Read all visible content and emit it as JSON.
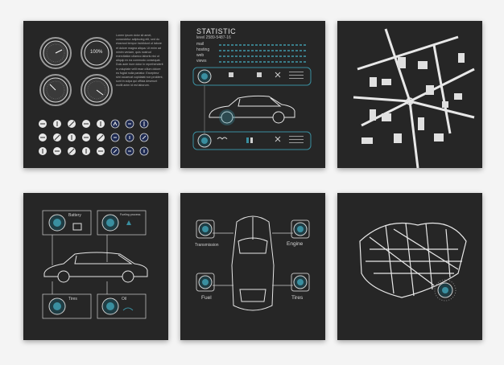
{
  "dashboard": {
    "gauge_label": "100%",
    "lorem_text": "Lorem ipsum dolor sit amet, consectetur adipiscing elit, sed do eiusmod tempor incididunt ut labore et dolore magna aliqua. Ut enim ad minim veniam, quis nostrud exercitation ullamco laboris nisi ut aliquip ex ea commodo consequat. Duis aute irure dolor in reprehenderit in voluptate velit esse cillum dolore eu fugiat nulla pariatur. Excepteur sint occaecat cupidatat non proident, sunt in culpa qui officia deserunt mollit anim id est laborum."
  },
  "statistic": {
    "title": "STATISTIC",
    "level": "level 2589-5487-16",
    "rows": [
      "mail",
      "hosting",
      "web",
      "views"
    ]
  },
  "car_side": {
    "labels": [
      "Battery",
      "Fueling process",
      "Tires",
      "Oil"
    ]
  },
  "car_top": {
    "labels": [
      "Transmission",
      "Engine",
      "Fuel",
      "Tires"
    ]
  },
  "colors": {
    "panel": "#262626",
    "accent": "#3a8fa0",
    "line": "#e0e0e0"
  }
}
